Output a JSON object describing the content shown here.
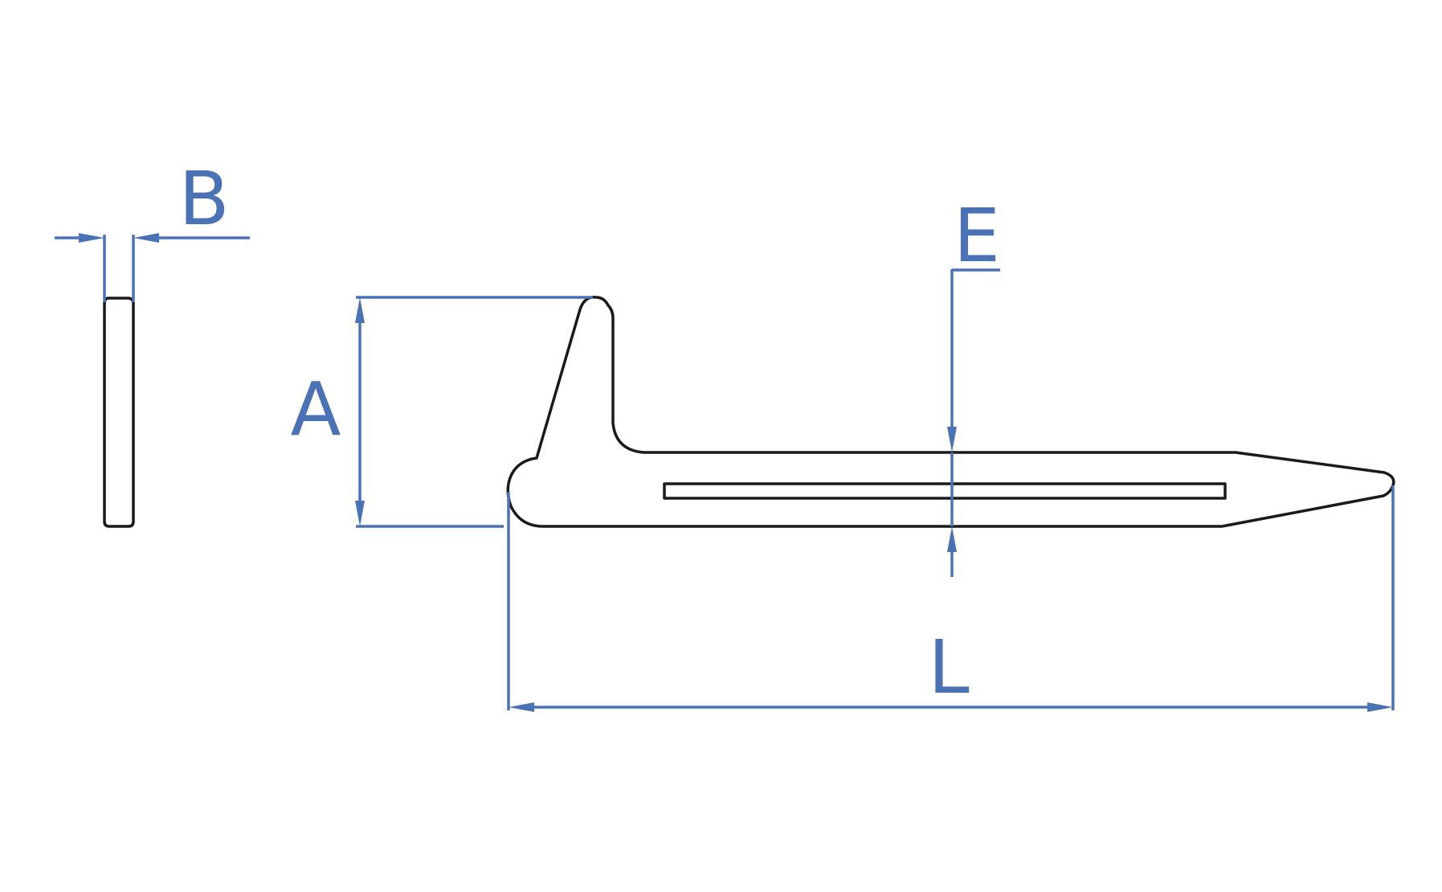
{
  "colors": {
    "dimension": "#4A72B5",
    "outline": "#1A1A1A",
    "background": "#FFFFFF"
  },
  "labels": {
    "b": "B",
    "a": "A",
    "e": "E",
    "l": "L"
  }
}
